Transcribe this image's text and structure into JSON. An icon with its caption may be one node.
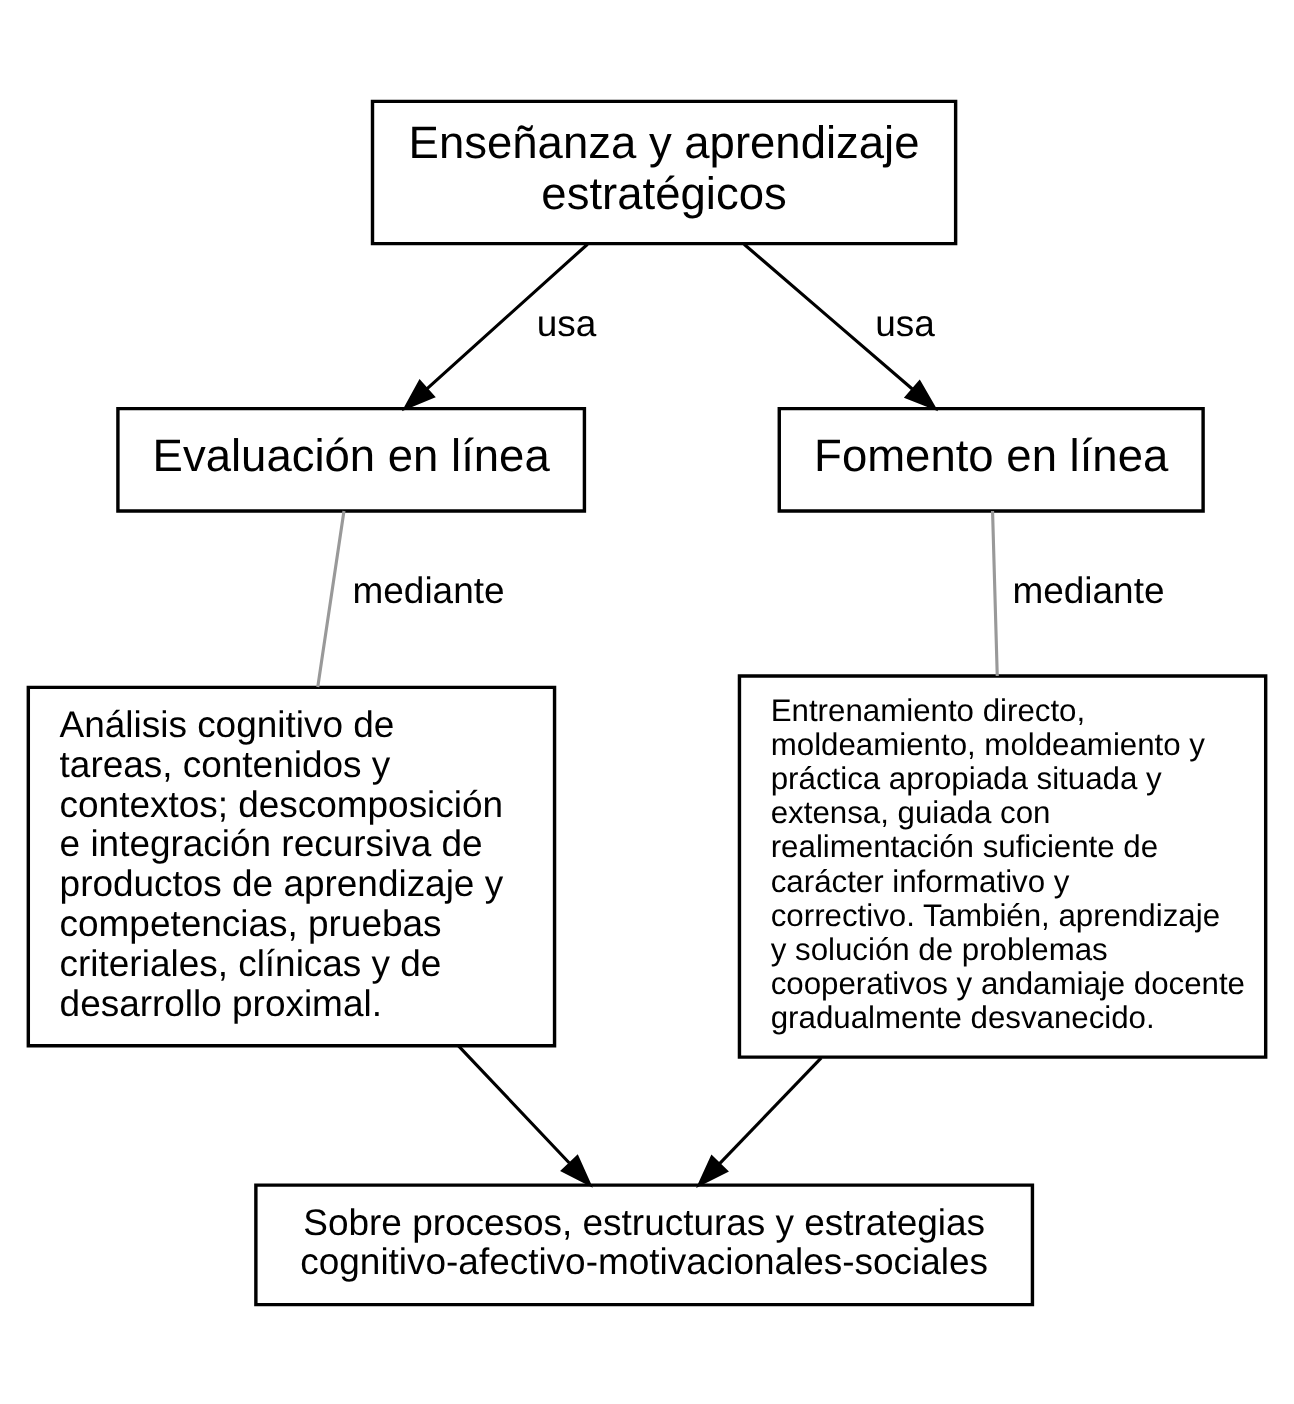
{
  "diagram": {
    "nodes": [
      {
        "text": [
          "Enseñanza y aprendizaje estratégicos"
        ]
      },
      {
        "text": [
          "Evaluación en línea"
        ]
      },
      {
        "text": [
          "Fomento en línea"
        ]
      },
      {
        "text": [
          "Análisis cognitivo de tareas, contenidos y contextos; descomposición e integración recursiva de productos de aprendizaje y competencias, pruebas criteriales, clínicas y de desarrollo proximal."
        ]
      },
      {
        "text": [
          "Entrenamiento directo, moldeamiento, moldeamiento y práctica apropiada situada y extensa, guiada con realimentación suficiente de carácter informativo y correctivo. También, aprendizaje y solución de problemas cooperativos y andamiaje docente gradualmente desvanecido."
        ]
      },
      {
        "text": [
          "Sobre procesos, estructuras y estrategias cognitivo-afectivo-motivacionales-sociales"
        ]
      }
    ],
    "edges": [
      {
        "from": 0,
        "to": 1,
        "arrow": "to",
        "label": "usa"
      },
      {
        "from": 0,
        "to": 2,
        "arrow": "to",
        "label": "usa"
      },
      {
        "from": 1,
        "to": 3,
        "arrow": "none",
        "label": "mediante",
        "color": "#999999"
      },
      {
        "from": 2,
        "to": 4,
        "arrow": "none",
        "label": "mediante",
        "color": "#999999"
      },
      {
        "from": 3,
        "to": 5,
        "arrow": "to"
      },
      {
        "from": 4,
        "to": 5,
        "arrow": "to"
      }
    ]
  }
}
